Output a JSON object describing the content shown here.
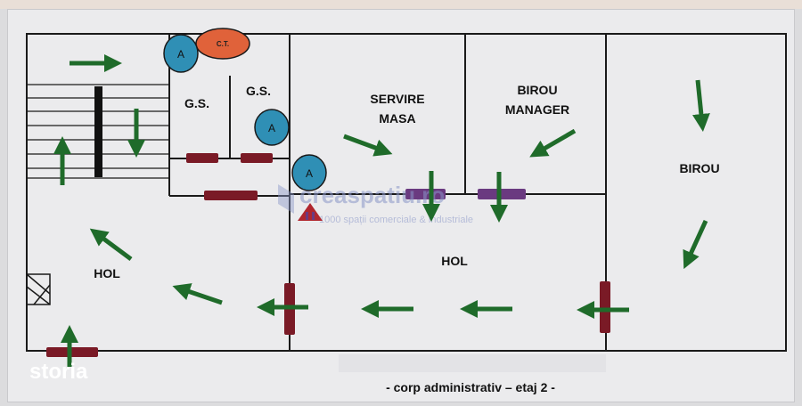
{
  "rooms": {
    "gs_left": "G.S.",
    "gs_right": "G.S.",
    "servire_line1": "SERVIRE",
    "servire_line2": "MASA",
    "birou_manager_line1": "BIROU",
    "birou_manager_line2": "MANAGER",
    "birou": "BIROU",
    "hol_left": "HOL",
    "hol_center": "HOL"
  },
  "equipment": {
    "ct_label": "C.T.",
    "extinguisher_label": "A"
  },
  "caption": "- corp administrativ – etaj 2 -",
  "watermark": {
    "brand": "creaspatiu.ro",
    "tagline": "1000 spații comerciale & industriale"
  },
  "logo": "storia",
  "colors": {
    "background": "#ebebed",
    "wall": "#1a1a1a",
    "arrow": "#1f6b2a",
    "door": "#7a1a26",
    "extinguisher": "#2f8fb5",
    "ct_boiler": "#e0623a",
    "hydrant": "#b0262e",
    "watermark": "#8a96c8"
  }
}
